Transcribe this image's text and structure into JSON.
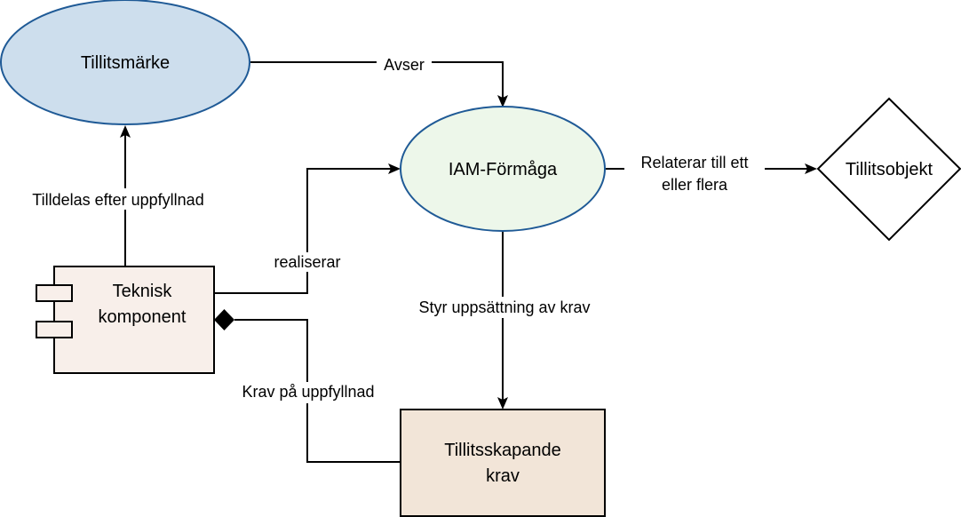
{
  "colors": {
    "badge_fill": "#cddeed",
    "capability_fill": "#edf7ea",
    "ellipse_stroke": "#1f5a96",
    "component_fill": "#f8efea",
    "requirement_fill": "#f2e5d8",
    "stroke": "#000000"
  },
  "nodes": {
    "trust_badge": "Tillitsmärke",
    "iam_capability": "IAM-Förmåga",
    "trust_object": "Tillitsobjekt",
    "technical_component": [
      "Teknisk",
      "komponent"
    ],
    "trust_requirement": [
      "Tillitsskapande",
      "krav"
    ]
  },
  "edges": {
    "avser": "Avser",
    "relaterar": [
      "Relaterar till ett",
      "eller flera"
    ],
    "tilldelas": "Tilldelas efter uppfyllnad",
    "realiserar": "realiserar",
    "styr": "Styr uppsättning av krav",
    "krav": "Krav på uppfyllnad"
  }
}
